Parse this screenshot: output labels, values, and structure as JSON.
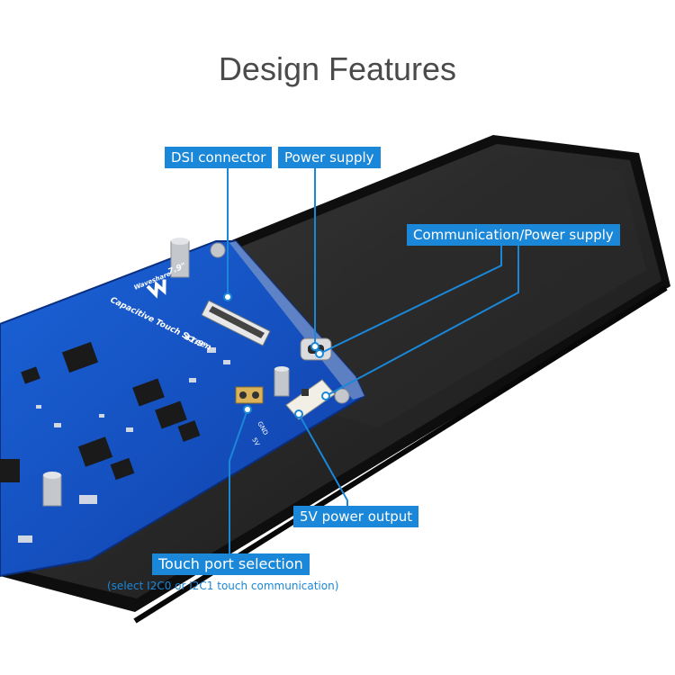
{
  "page": {
    "title": "Design Features"
  },
  "callouts": {
    "dsi": "DSI connector",
    "power": "Power supply",
    "comm": "Communication/Power supply",
    "power_5v": "5V power output",
    "touch": "Touch port selection"
  },
  "note": "(select I2C0 or I2C1 touch communication)",
  "board": {
    "brand": "Waveshare",
    "product": "Capacitive Touch Screen",
    "size_a": "7.9\"",
    "size_b": "11.9\"",
    "pin_gnd": "GND",
    "pin_5v": "5V"
  },
  "colors": {
    "accent": "#1a87d8",
    "pcb": "#1553c7",
    "panel": "#1f1f1f",
    "title": "#4a4a4a"
  }
}
